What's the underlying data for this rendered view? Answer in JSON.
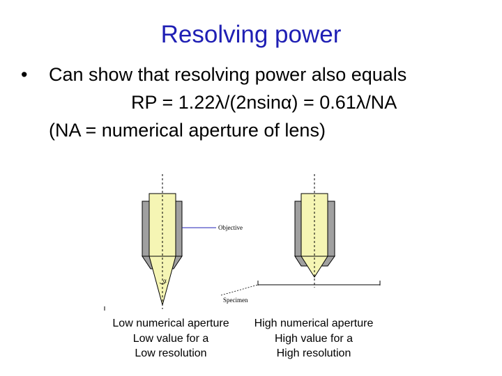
{
  "slide": {
    "title": "Resolving power",
    "bullet": "Can show that resolving power also equals",
    "formula": "RP = 1.22λ/(2nsinα) = 0.61λ/NA",
    "note": "(NA = numerical aperture of lens)"
  },
  "diagram": {
    "objective_label": "Objective",
    "specimen_label": "Specimen",
    "alpha_label": "α",
    "colors": {
      "lens_body": "#a0a0a0",
      "light_core": "#f5f5b4",
      "leader_line": "#1f1fb4"
    }
  },
  "captions": {
    "left": {
      "line1": "Low numerical aperture",
      "line2": "Low value for a",
      "line3": "Low resolution"
    },
    "right": {
      "line1": "High numerical aperture",
      "line2": "High value for a",
      "line3": "High resolution"
    }
  }
}
